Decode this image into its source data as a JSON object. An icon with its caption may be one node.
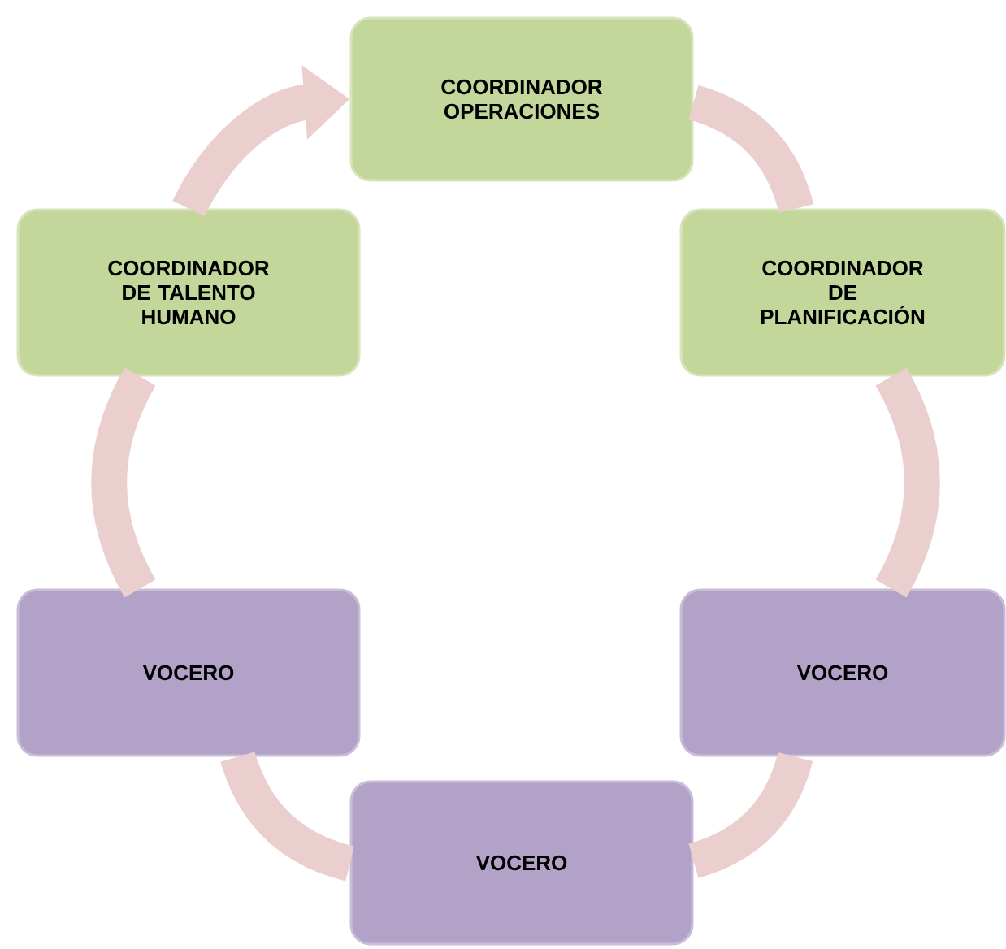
{
  "diagram": {
    "nodes": [
      {
        "text": [
          "COORDINADOR OPERACIONES"
        ]
      },
      {
        "text": [
          "COORDINADOR DE TALENTO HUMANO"
        ]
      },
      {
        "text": [
          "COORDINADOR DE PLANIFICACIÓN"
        ]
      },
      {
        "text": [
          "VOCERO"
        ]
      },
      {
        "text": [
          "VOCERO"
        ]
      },
      {
        "text": [
          "VOCERO"
        ]
      }
    ],
    "edges": [
      {
        "from": 0,
        "to": 2,
        "arrow": "none"
      },
      {
        "from": 2,
        "to": 4,
        "arrow": "none"
      },
      {
        "from": 4,
        "to": 5,
        "arrow": "none"
      },
      {
        "from": 5,
        "to": 3,
        "arrow": "none"
      },
      {
        "from": 3,
        "to": 1,
        "arrow": "none"
      },
      {
        "from": 1,
        "to": 0,
        "arrow": "to"
      }
    ]
  }
}
